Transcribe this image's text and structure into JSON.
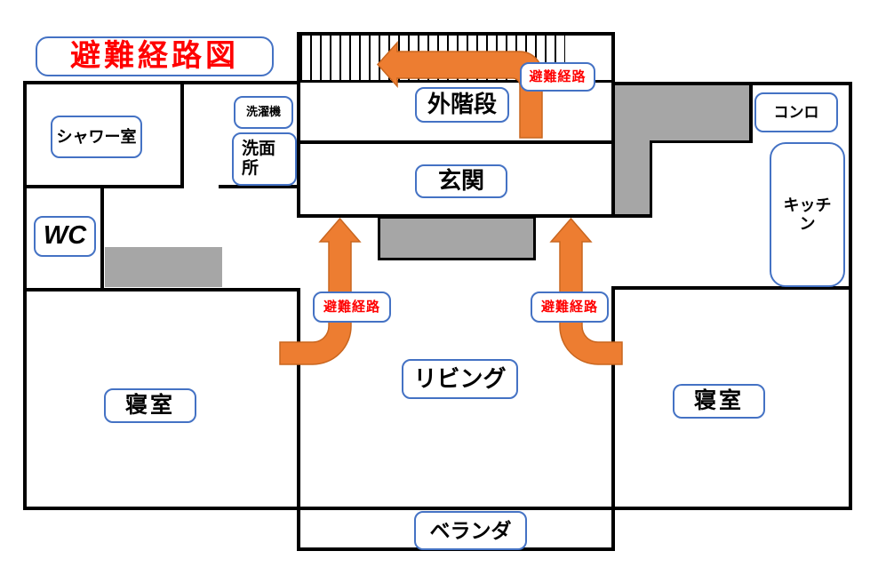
{
  "title": "避難経路図",
  "colors": {
    "arrow_orange": "#ED7D31",
    "arrow_edge": "#C9661F",
    "label_border_blue": "#4472C4",
    "route_text_red": "#FF0000",
    "wall_black": "#000000",
    "shaded_gray": "#A6A6A6"
  },
  "rooms": {
    "outside_stairs": "外階段",
    "entrance": "玄関",
    "shower_room": "シャワー室",
    "washing_machine": "洗濯機",
    "washroom": "洗面所",
    "wc": "WC",
    "stove": "コンロ",
    "kitchen": "キッチン",
    "bedroom_left": "寝室",
    "bedroom_right": "寝室",
    "living_room": "リビング",
    "veranda": "ベランダ"
  },
  "routes": {
    "top": "避難経路",
    "left": "避難経路",
    "right": "避難経路"
  }
}
